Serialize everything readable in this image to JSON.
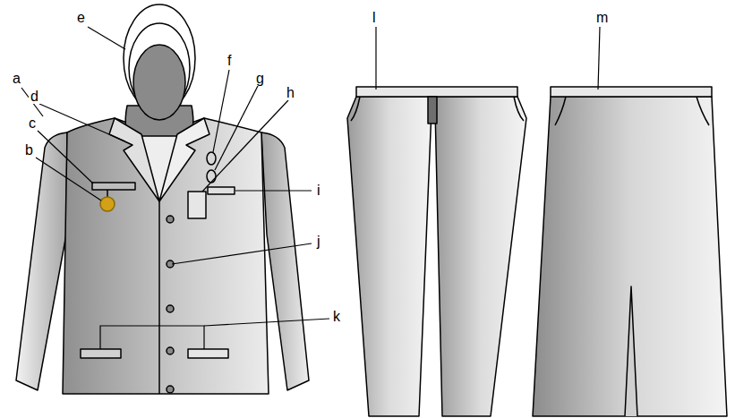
{
  "diagram": {
    "labels": [
      "a",
      "b",
      "c",
      "d",
      "e",
      "f",
      "g",
      "h",
      "i",
      "j",
      "k",
      "l",
      "m"
    ]
  }
}
